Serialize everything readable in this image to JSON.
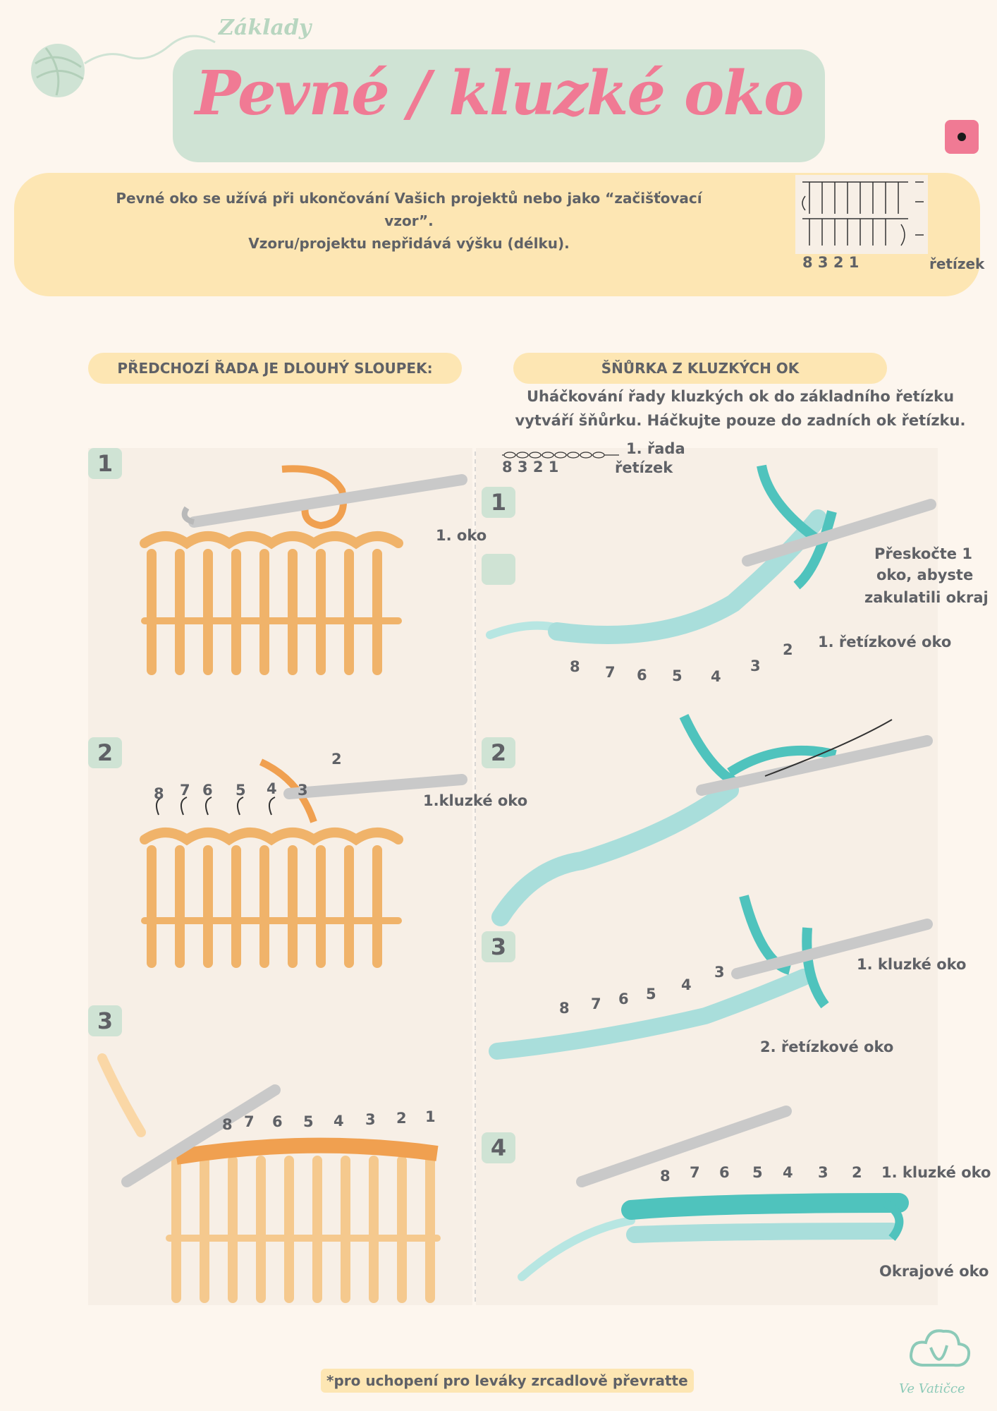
{
  "header": {
    "kicker": "Základy",
    "title": "Pevné / kluzké oko"
  },
  "intro": {
    "line1": "Pevné oko se užívá při ukončování Vašich projektů nebo jako “začišťovací vzor”.",
    "line2": "Vzoru/projektu nepřidává výšku (délku).",
    "chart_numbers": "8          3 2 1",
    "chart_label": "řetízek"
  },
  "colors": {
    "accent_pink": "#f07a94",
    "mint": "#cfe3d4",
    "cream": "#fde6b3",
    "orange_yarn": "#f0b36a",
    "teal_yarn": "#4fc3bd"
  },
  "left": {
    "heading": "PŘEDCHOZÍ ŘADA JE DLOUHÝ SLOUPEK:",
    "steps": [
      {
        "number": "1",
        "labels": [
          "1. oko"
        ]
      },
      {
        "number": "2",
        "labels": [
          "8",
          "7",
          "6",
          "5",
          "4",
          "3",
          "2",
          "1.kluzké oko"
        ]
      },
      {
        "number": "3",
        "labels": [
          "8",
          "7",
          "6",
          "5",
          "4",
          "3",
          "2",
          "1"
        ]
      }
    ]
  },
  "right": {
    "heading": "ŠŇŮRKA Z KLUZKÝCH OK",
    "subtitle1": "Uháčkování řady kluzkých ok do základního řetízku",
    "subtitle2": "vytváří šňůrku. Háčkujte pouze do zadních ok řetízku.",
    "mini_chart": {
      "row_label": "1. řada",
      "numbers": "8          3 2 1",
      "chain_label": "řetízek"
    },
    "steps": [
      {
        "number": "1",
        "labels": [
          "Přeskočte 1",
          "oko, abyste",
          "zakulatili okraj",
          "1. řetízkové oko",
          "8",
          "7",
          "6",
          "5",
          "4",
          "3",
          "2"
        ]
      },
      {
        "number": "2",
        "labels": []
      },
      {
        "number": "3",
        "labels": [
          "1. kluzké oko",
          "2. řetízkové oko",
          "8",
          "7",
          "6",
          "5",
          "4",
          "3"
        ]
      },
      {
        "number": "4",
        "labels": [
          "8",
          "7",
          "6",
          "5",
          "4",
          "3",
          "2",
          "1. kluzké oko",
          "Okrajové oko"
        ]
      }
    ]
  },
  "footer": {
    "note": "*pro uchopení pro leváky zrcadlově převratte",
    "logo": "Ve Vatičce"
  }
}
